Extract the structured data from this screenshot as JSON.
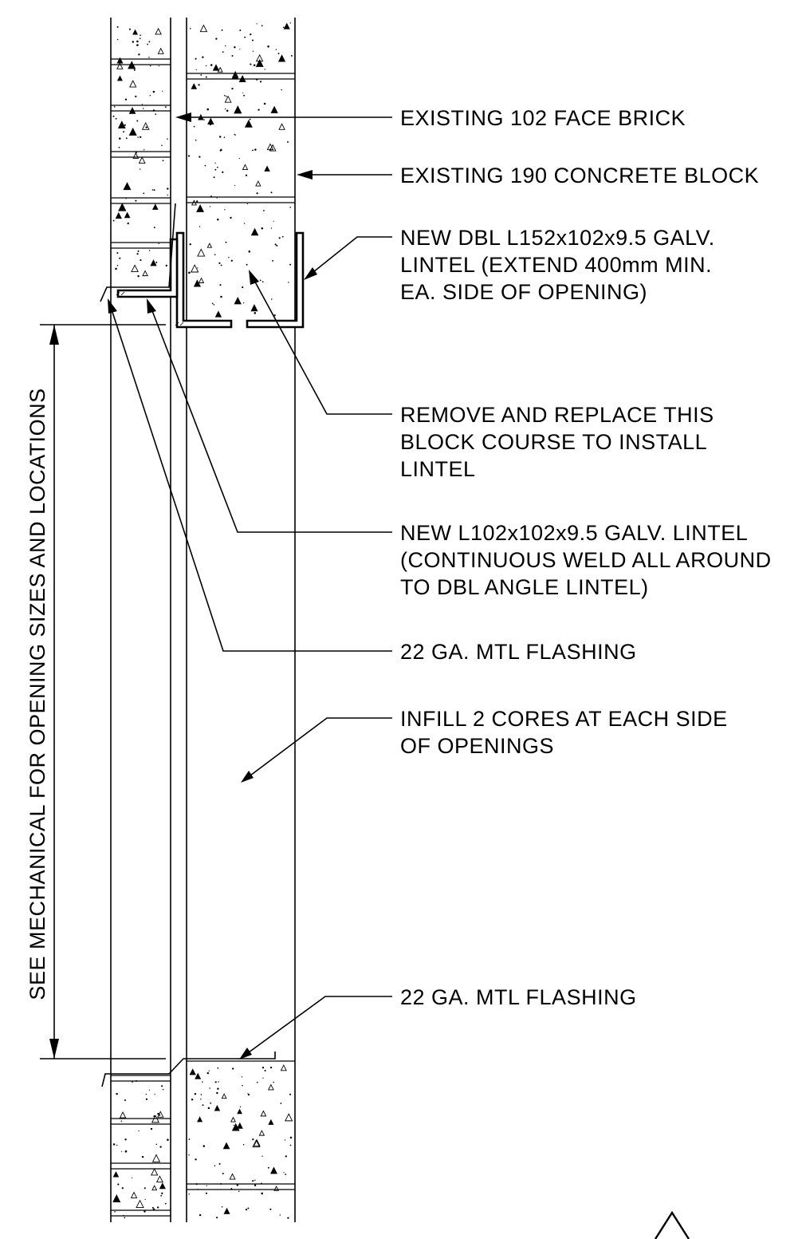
{
  "notes": {
    "face_brick": "EXISTING 102 FACE BRICK",
    "concrete_block": "EXISTING 190 CONCRETE BLOCK",
    "dbl_lintel_1": "NEW DBL L152x102x9.5 GALV.",
    "dbl_lintel_2": "LINTEL (EXTEND 400mm MIN.",
    "dbl_lintel_3": "EA. SIDE OF OPENING)",
    "remove_1": "REMOVE AND REPLACE THIS",
    "remove_2": "BLOCK COURSE TO INSTALL",
    "remove_3": "LINTEL",
    "angle_lintel_1": "NEW L102x102x9.5 GALV. LINTEL",
    "angle_lintel_2": "(CONTINUOUS WELD ALL AROUND",
    "angle_lintel_3": "TO DBL ANGLE LINTEL)",
    "flashing_top": "22 GA. MTL FLASHING",
    "infill_1": "INFILL 2 CORES AT EACH SIDE",
    "infill_2": "OF OPENINGS",
    "flashing_bottom": "22 GA. MTL FLASHING"
  },
  "dimension": {
    "label": "SEE MECHANICAL FOR OPENING SIZES AND LOCATIONS"
  }
}
